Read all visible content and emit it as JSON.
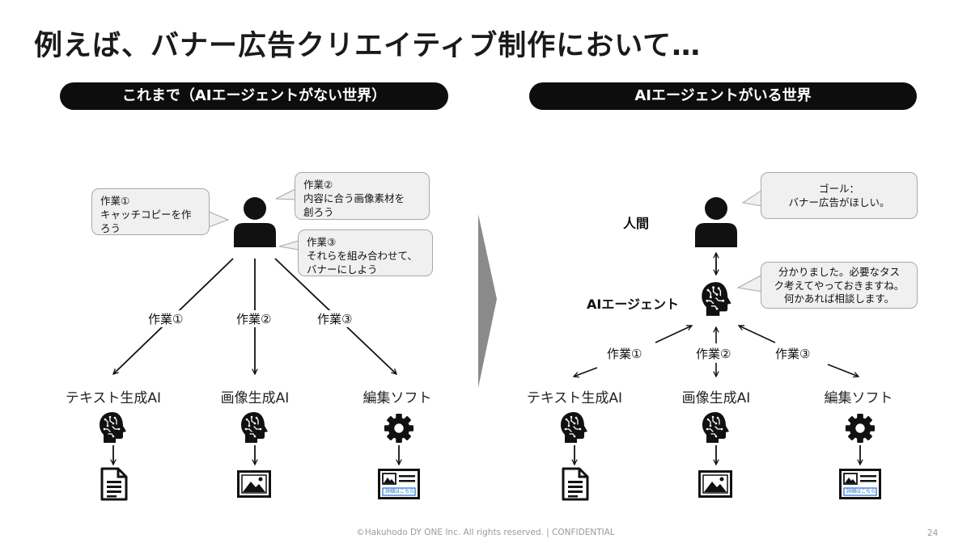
{
  "title": "例えば、バナー広告クリエイティブ制作において…",
  "left_panel": {
    "header": "これまで（AIエージェントがない世界）",
    "bubble1": [
      "作業①",
      "キャッチコピーを作",
      "ろう"
    ],
    "bubble2": [
      "作業②",
      "内容に合う画像素材を",
      "創ろう"
    ],
    "bubble3": [
      "作業③",
      "それらを組み合わせて、",
      "バナーにしよう"
    ],
    "task_labels": [
      "作業①",
      "作業②",
      "作業③"
    ],
    "tools": [
      "テキスト生成AI",
      "画像生成AI",
      "編集ソフト"
    ],
    "banner_link_text": "詳細はこちら"
  },
  "right_panel": {
    "header": "AIエージェントがいる世界",
    "human_label": "人間",
    "agent_label": "AIエージェント",
    "bubble_goal": [
      "ゴール：",
      "バナー広告がほしい。"
    ],
    "bubble_agent": [
      "分かりました。必要なタス",
      "ク考えてやっておきますね。",
      "何かあれば相談します。"
    ],
    "task_labels": [
      "作業①",
      "作業②",
      "作業③"
    ],
    "tools": [
      "テキスト生成AI",
      "画像生成AI",
      "編集ソフト"
    ],
    "banner_link_text": "詳細はこちら"
  },
  "footer": "©Hakuhodo DY ONE Inc. All rights reserved. | CONFIDENTIAL",
  "page_number": "24",
  "colors": {
    "pill": "#0d0d0d",
    "bubble_bg": "#f0f0f0",
    "chevron": "#8a8a8a",
    "link": "#1e6fd0"
  },
  "icons": [
    "person-icon",
    "ai-head-icon",
    "gear-icon",
    "document-icon",
    "image-icon",
    "banner-icon",
    "chevron-right-icon"
  ]
}
